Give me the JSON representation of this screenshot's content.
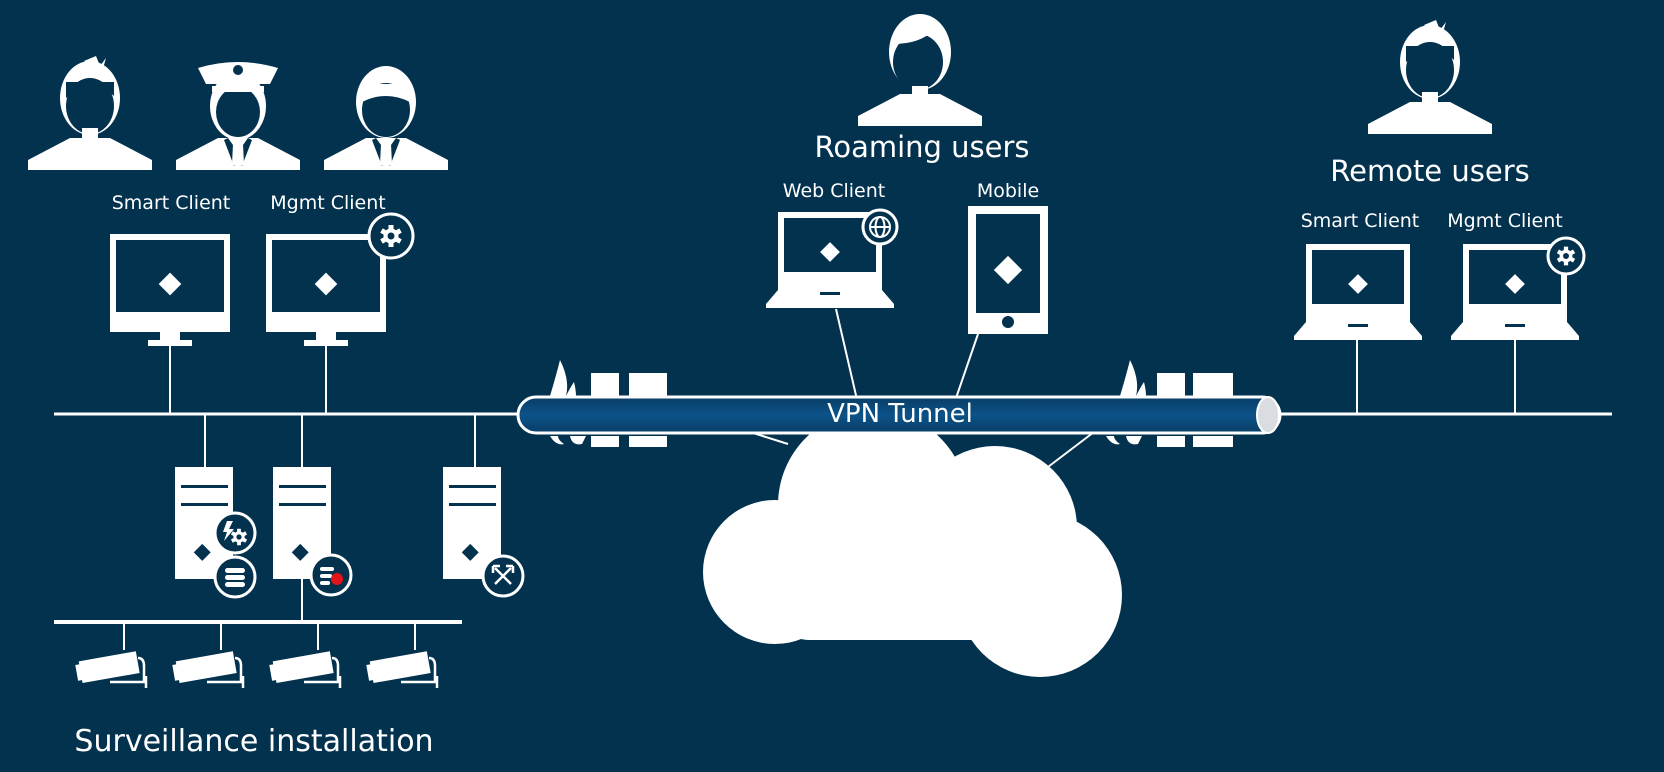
{
  "colors": {
    "background": "#03324f",
    "foreground": "#ffffff",
    "tunnel_fill": "#0b4a78",
    "alert_red": "#e3131a"
  },
  "sections": {
    "surveillance": {
      "title": "Surveillance installation",
      "users": [
        {
          "type": "operator",
          "icon": "user-icon"
        },
        {
          "type": "security-guard",
          "icon": "police-officer-icon"
        },
        {
          "type": "administrator",
          "icon": "businessman-icon"
        }
      ],
      "clients": [
        {
          "label": "Smart Client",
          "device": "desktop-monitor",
          "badge": null
        },
        {
          "label": "Mgmt Client",
          "device": "desktop-monitor",
          "badge": "gear-icon"
        }
      ],
      "servers": [
        {
          "role": "management-server",
          "badges": [
            "lightning-gear-icon",
            "database-icon"
          ]
        },
        {
          "role": "recording-server",
          "badges": [
            "database-record-icon"
          ]
        },
        {
          "role": "mobile-server",
          "badges": [
            "arrows-icon"
          ]
        }
      ],
      "cameras": 4
    },
    "roaming": {
      "title": "Roaming users",
      "clients": [
        {
          "label": "Web Client",
          "device": "laptop",
          "badge": "globe-icon"
        },
        {
          "label": "Mobile",
          "device": "smartphone",
          "badge": null
        }
      ]
    },
    "remote": {
      "title": "Remote users",
      "clients": [
        {
          "label": "Smart Client",
          "device": "laptop",
          "badge": null
        },
        {
          "label": "Mgmt Client",
          "device": "laptop",
          "badge": "gear-icon"
        }
      ]
    }
  },
  "tunnel": {
    "label": "VPN Tunnel"
  },
  "firewalls": 2,
  "network": {
    "cloud": "internet-cloud"
  }
}
